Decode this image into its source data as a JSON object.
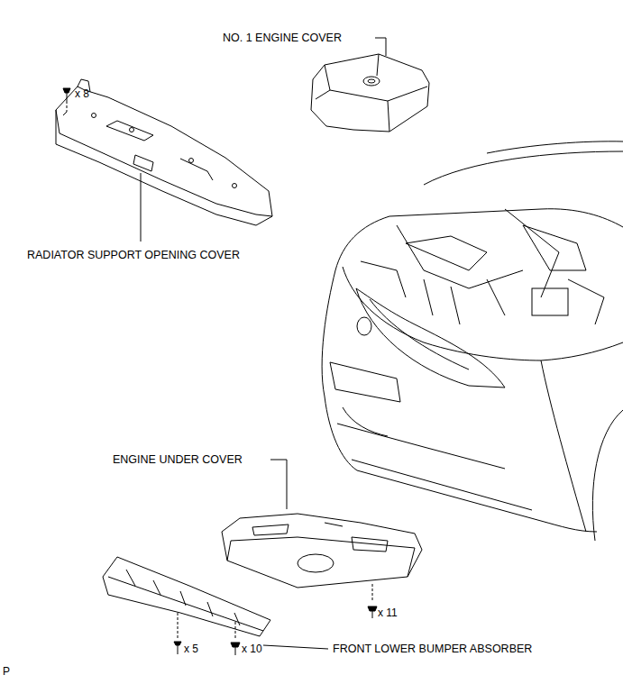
{
  "diagram": {
    "labels": [
      "NO. 1 ENGINE COVER",
      "x 8",
      "RADIATOR SUPPORT OPENING COVER",
      "ENGINE UNDER COVER",
      "x 11",
      "x 5",
      "x 10",
      "FRONT LOWER BUMPER ABSORBER",
      "P"
    ]
  }
}
